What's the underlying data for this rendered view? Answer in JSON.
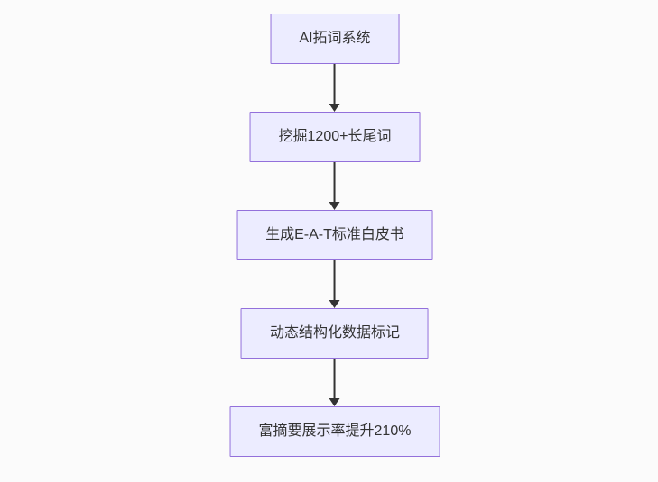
{
  "flowchart": {
    "direction": "top-down",
    "nodes": [
      {
        "id": "node-1",
        "label": "AI拓词系统"
      },
      {
        "id": "node-2",
        "label": "挖掘1200+长尾词"
      },
      {
        "id": "node-3",
        "label": "生成E-A-T标准白皮书"
      },
      {
        "id": "node-4",
        "label": "动态结构化数据标记"
      },
      {
        "id": "node-5",
        "label": "富摘要展示率提升210%"
      }
    ],
    "edges": [
      {
        "from": "node-1",
        "to": "node-2",
        "style": "arrow-down"
      },
      {
        "from": "node-2",
        "to": "node-3",
        "style": "arrow-down"
      },
      {
        "from": "node-3",
        "to": "node-4",
        "style": "arrow-down"
      },
      {
        "from": "node-4",
        "to": "node-5",
        "style": "arrow-down"
      }
    ],
    "colors": {
      "node_fill": "#ECECFF",
      "node_border": "#9370DB",
      "edge_line": "#333333",
      "text": "#333333",
      "background": "#FBFBFB"
    }
  }
}
